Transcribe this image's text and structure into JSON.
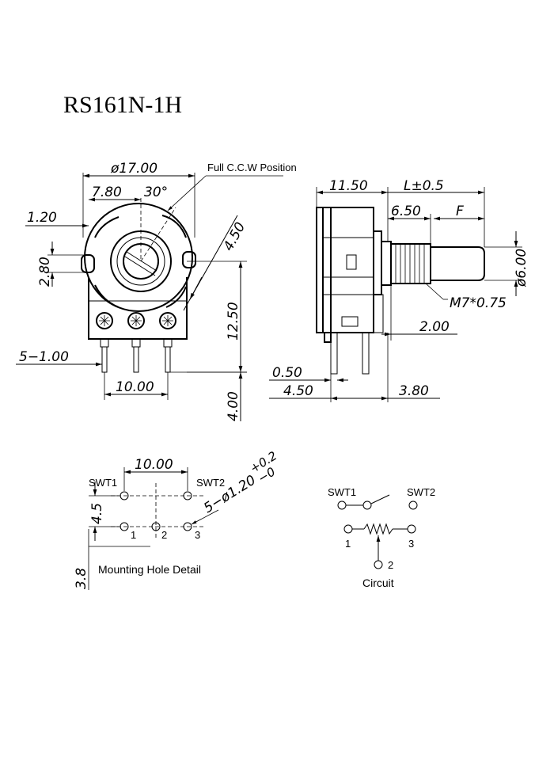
{
  "title": "RS161N-1H",
  "front_view": {
    "dia_body": "ø17.00",
    "full_ccw": "Full C.C.W Position",
    "offset": "7.80",
    "angle": "30°",
    "rim": "1.20",
    "slot": "2.80",
    "diag": "4.50",
    "height": "12.50",
    "pins": "5−1.00",
    "pitch": "10.00",
    "pin_len": "4.00"
  },
  "side_view": {
    "body_len": "11.50",
    "shaft_len": "L±0.5",
    "thread_len": "6.50",
    "flat_len": "F",
    "shaft_dia": "ø6.00",
    "thread": "M7*0.75",
    "bush": "2.00",
    "pin_w": "0.50",
    "pin_off": "4.50",
    "back": "3.80"
  },
  "mounting": {
    "pitch": "10.00",
    "row_gap": "4.5",
    "offset": "3.8",
    "holes_pre": "5−ø1.20",
    "tol_plus": "+0.2",
    "tol_minus": "−0",
    "swt1": "SWT1",
    "swt2": "SWT2",
    "p1": "1",
    "p2": "2",
    "p3": "3",
    "caption": "Mounting Hole Detail"
  },
  "circuit": {
    "swt1": "SWT1",
    "swt2": "SWT2",
    "p1": "1",
    "p2": "2",
    "p3": "3",
    "caption": "Circuit"
  }
}
